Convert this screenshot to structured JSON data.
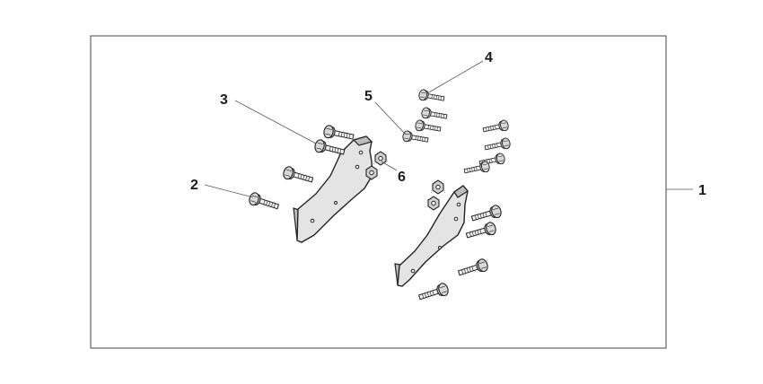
{
  "diagram": {
    "frame_label": "1",
    "callouts": [
      {
        "id": "callout-1",
        "text": "1"
      },
      {
        "id": "callout-2",
        "text": "2"
      },
      {
        "id": "callout-3",
        "text": "3"
      },
      {
        "id": "callout-4",
        "text": "4"
      },
      {
        "id": "callout-5",
        "text": "5"
      },
      {
        "id": "callout-6",
        "text": "6"
      }
    ]
  }
}
